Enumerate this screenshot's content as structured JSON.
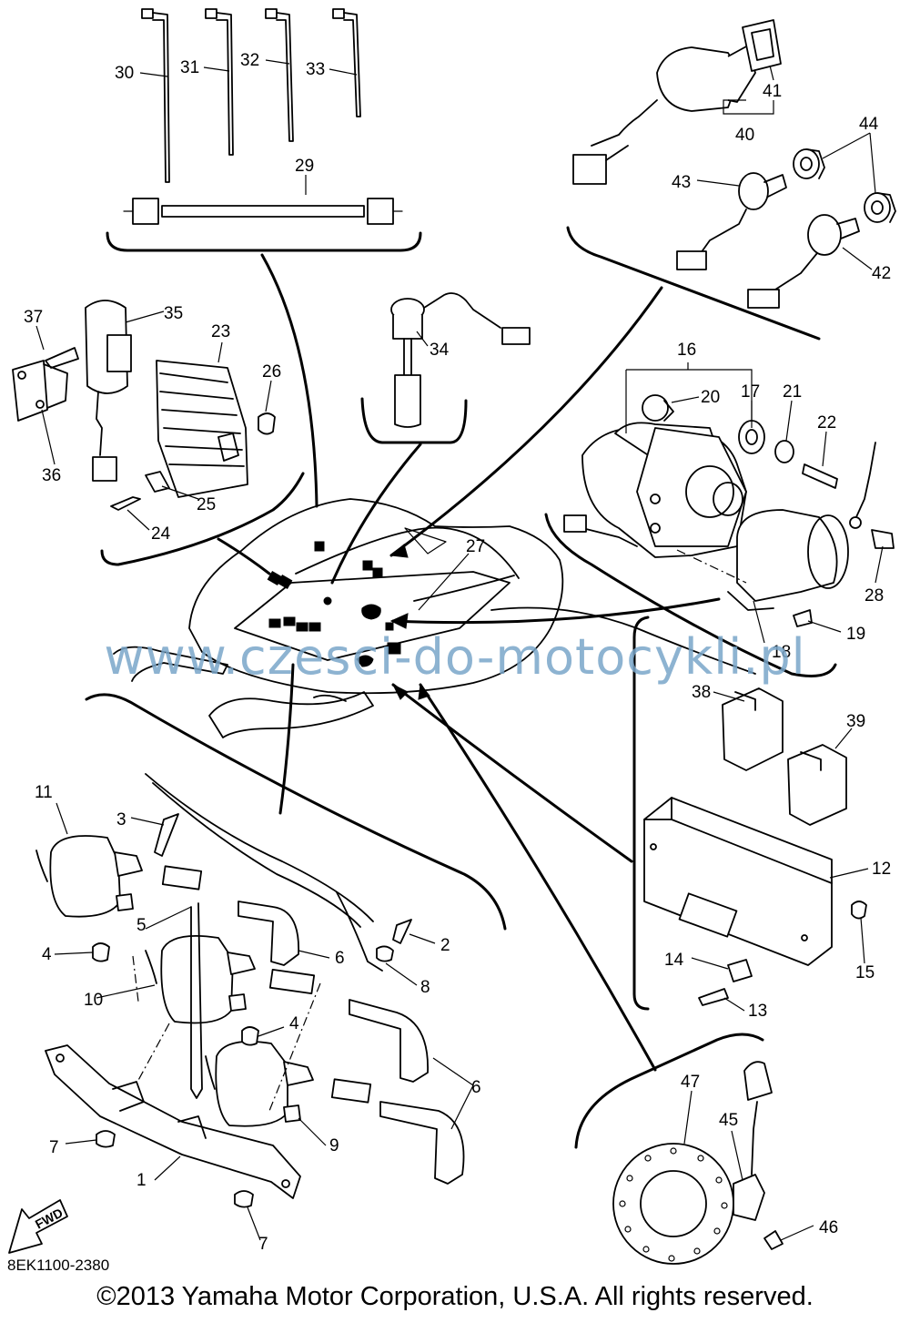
{
  "diagram": {
    "code": "8EK1100-2380",
    "copyright": "©2013 Yamaha Motor Corporation, U.S.A. All rights reserved.",
    "watermark": "www.czesci-do-motocykli.pl",
    "fwd_label": "FWD"
  },
  "callouts": [
    "1",
    "2",
    "3",
    "4",
    "4",
    "5",
    "6",
    "6",
    "7",
    "7",
    "8",
    "9",
    "10",
    "11",
    "12",
    "13",
    "14",
    "15",
    "16",
    "17",
    "18",
    "19",
    "20",
    "21",
    "22",
    "23",
    "24",
    "25",
    "26",
    "27",
    "28",
    "29",
    "30",
    "31",
    "32",
    "33",
    "34",
    "35",
    "36",
    "37",
    "38",
    "39",
    "40",
    "41",
    "42",
    "43",
    "44",
    "45",
    "46",
    "47"
  ]
}
